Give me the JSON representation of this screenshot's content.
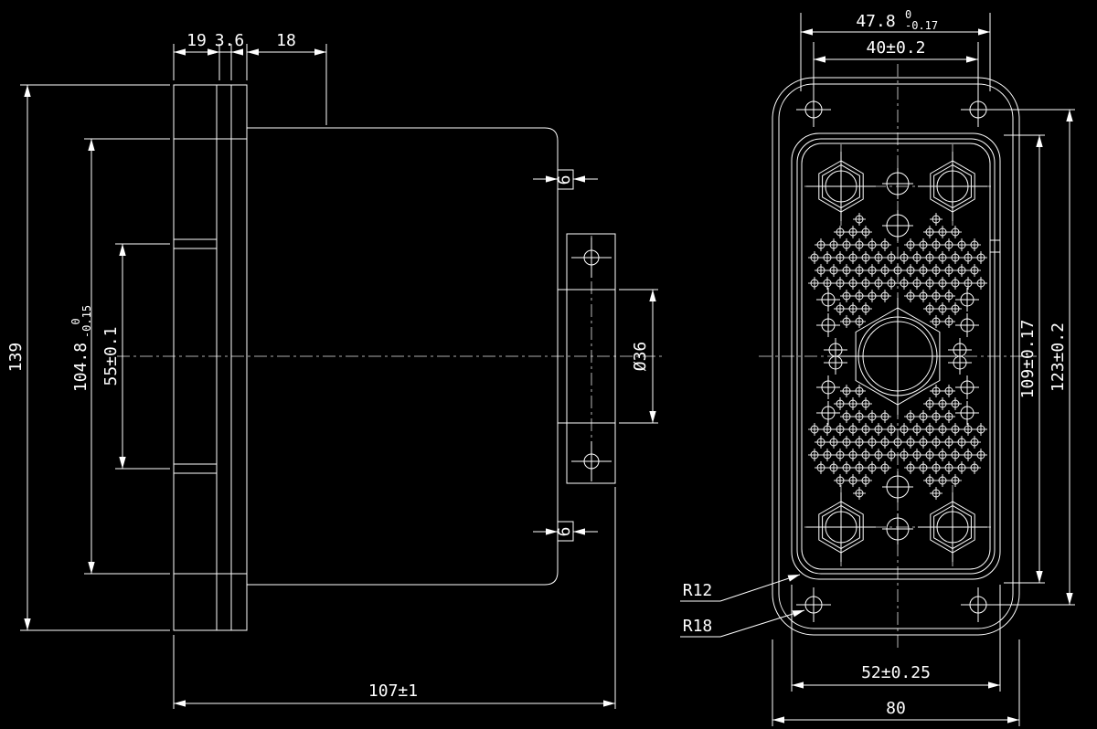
{
  "colors": {
    "background": "#000000",
    "line": "#ffffff"
  },
  "left_view": {
    "dims": {
      "top_a": "19",
      "top_b": "3.6",
      "top_c": "18",
      "overall_height": "139",
      "shell_height": "104.8",
      "shell_height_tol_upper": "0",
      "shell_height_tol_lower": "-0.15",
      "key_spacing": "55±0.1",
      "overall_length": "107±1",
      "boss_diameter": "Ø36",
      "tab_top": "6",
      "tab_bottom": "6"
    }
  },
  "right_view": {
    "dims": {
      "shell_width_top": "47.8",
      "shell_width_top_tol_upper": "0",
      "shell_width_top_tol_lower": "-0.17",
      "hole_spacing_h": "40±0.2",
      "shell_height": "109±0.17",
      "hole_spacing_v": "123±0.2",
      "shell_width_bottom": "52±0.25",
      "flange_width": "80",
      "corner_radius_inner": "R12",
      "corner_radius_outer": "R18"
    }
  }
}
